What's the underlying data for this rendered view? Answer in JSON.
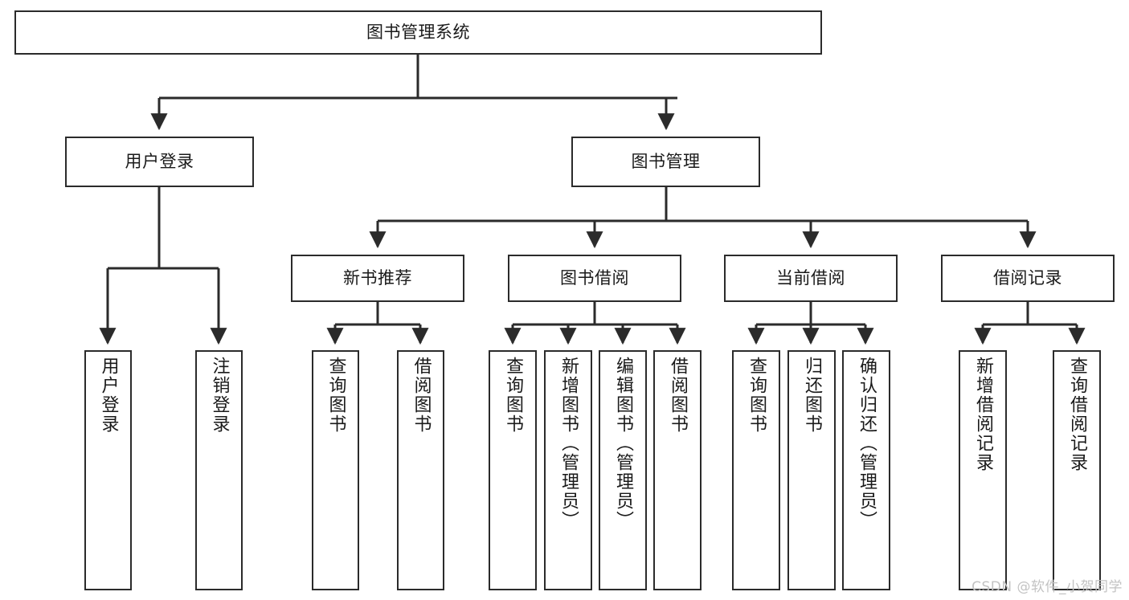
{
  "diagram": {
    "title": "图书管理系统",
    "type": "tree",
    "watermark": "CSDN @软件_小贺同学",
    "colors": {
      "box_border": "#2b2b2b",
      "box_fill": "#ffffff",
      "connector": "#2b2b2b",
      "background": "#ffffff",
      "watermark": "#c3c3c3"
    },
    "root": {
      "label": "图书管理系统",
      "level": 0
    },
    "level1": [
      {
        "label": "用户登录"
      },
      {
        "label": "图书管理"
      }
    ],
    "level2": [
      {
        "label": "新书推荐",
        "parent": "图书管理"
      },
      {
        "label": "图书借阅",
        "parent": "图书管理"
      },
      {
        "label": "当前借阅",
        "parent": "图书管理"
      },
      {
        "label": "借阅记录",
        "parent": "图书管理"
      }
    ],
    "leaves": {
      "user_login": [
        {
          "label": "用户登录"
        },
        {
          "label": "注销登录"
        }
      ],
      "new_book_recommend": [
        {
          "label": "查询图书"
        },
        {
          "label": "借阅图书"
        }
      ],
      "book_borrow": [
        {
          "label": "查询图书"
        },
        {
          "label": "新增图书（管理员）"
        },
        {
          "label": "编辑图书（管理员）"
        },
        {
          "label": "借阅图书"
        }
      ],
      "current_borrow": [
        {
          "label": "查询图书"
        },
        {
          "label": "归还图书"
        },
        {
          "label": "确认归还（管理员）"
        }
      ],
      "borrow_record": [
        {
          "label": "新增借阅记录"
        },
        {
          "label": "查询借阅记录"
        }
      ]
    }
  }
}
